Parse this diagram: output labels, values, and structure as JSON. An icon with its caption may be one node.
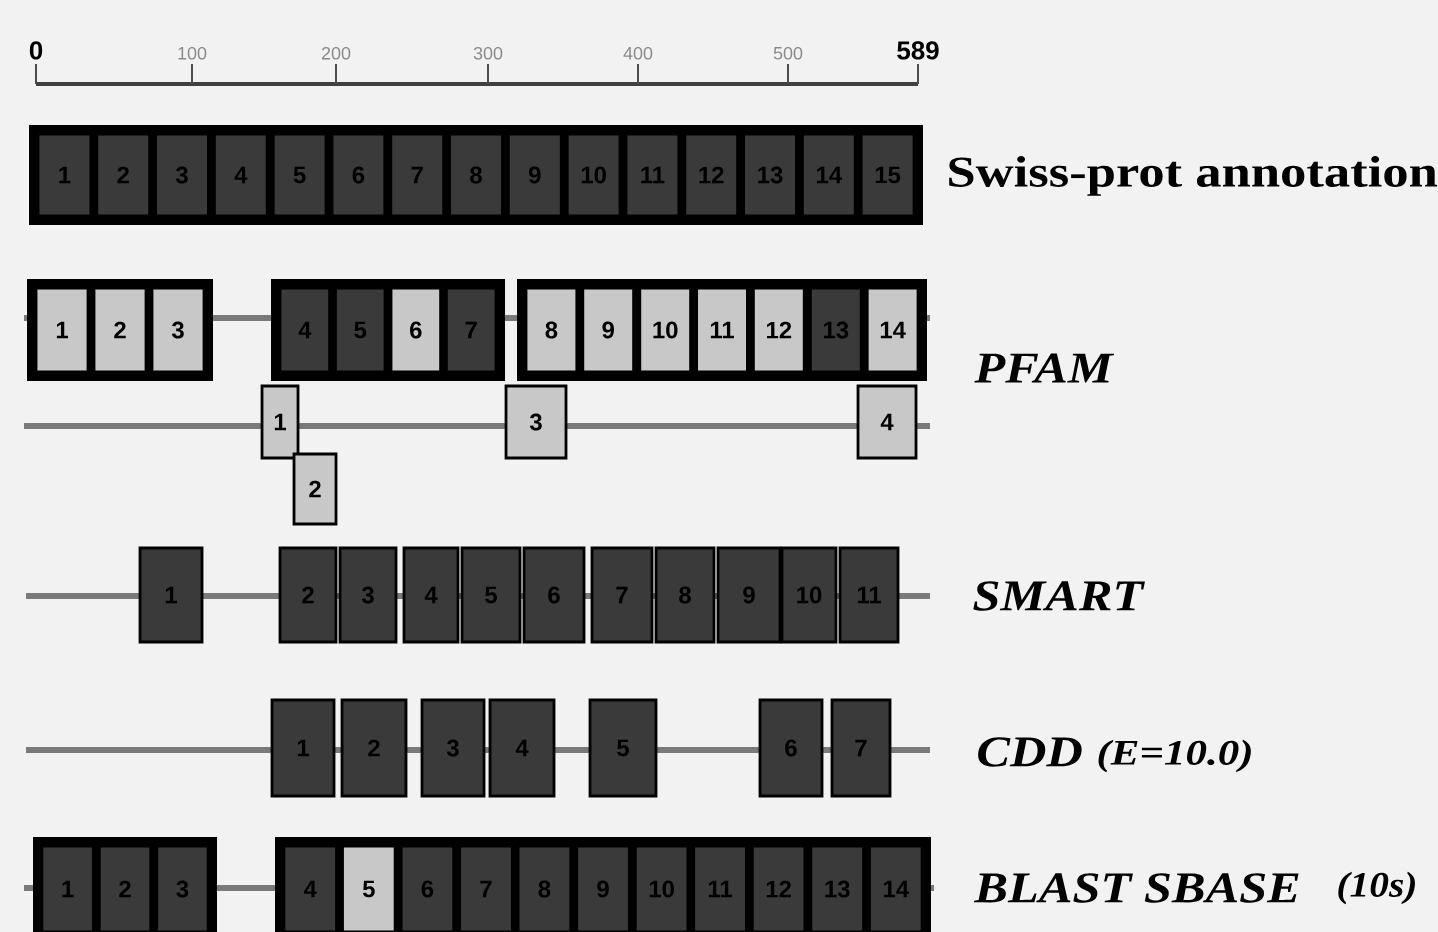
{
  "diagram": {
    "nodes": [
      {
        "text": [],
        "shape": "box"
      },
      {
        "text": [
          "1"
        ],
        "in": 0
      },
      {
        "text": [
          "2"
        ],
        "in": 0
      },
      {
        "text": [
          "3"
        ],
        "in": 0
      },
      {
        "text": [
          "4"
        ],
        "in": 0
      },
      {
        "text": [
          "5"
        ],
        "in": 0
      },
      {
        "text": [
          "6"
        ],
        "in": 0
      },
      {
        "text": [
          "7"
        ],
        "in": 0
      },
      {
        "text": [
          "8"
        ],
        "in": 0
      },
      {
        "text": [
          "9"
        ],
        "in": 0
      },
      {
        "text": [
          "10"
        ],
        "in": 0
      },
      {
        "text": [
          "11"
        ],
        "in": 0
      },
      {
        "text": [
          "12"
        ],
        "in": 0
      },
      {
        "text": [
          "13"
        ],
        "in": 0
      },
      {
        "text": [
          "14"
        ],
        "in": 0
      },
      {
        "text": [
          "15"
        ],
        "in": 0
      },
      {
        "text": [],
        "shape": "box"
      },
      {
        "text": [
          "1"
        ],
        "in": 16
      },
      {
        "text": [
          "2"
        ],
        "in": 16
      },
      {
        "text": [
          "3"
        ],
        "in": 16
      },
      {
        "text": [],
        "shape": "box"
      },
      {
        "text": [
          "4"
        ],
        "in": 20
      },
      {
        "text": [
          "5"
        ],
        "in": 20
      },
      {
        "text": [
          "6"
        ],
        "in": 20
      },
      {
        "text": [
          "7"
        ],
        "in": 20
      },
      {
        "text": [],
        "shape": "box"
      },
      {
        "text": [
          "8"
        ],
        "in": 25
      },
      {
        "text": [
          "9"
        ],
        "in": 25
      },
      {
        "text": [
          "10"
        ],
        "in": 25
      },
      {
        "text": [
          "11"
        ],
        "in": 25
      },
      {
        "text": [
          "12"
        ],
        "in": 25
      },
      {
        "text": [
          "13"
        ],
        "in": 25
      },
      {
        "text": [
          "14"
        ],
        "in": 25
      },
      {
        "text": [
          "1"
        ]
      },
      {
        "text": [
          "2"
        ]
      },
      {
        "text": [
          "3"
        ]
      },
      {
        "text": [
          "4"
        ]
      },
      {
        "text": [
          "1"
        ]
      },
      {
        "text": [
          "2"
        ]
      },
      {
        "text": [
          "3"
        ]
      },
      {
        "text": [
          "4"
        ]
      },
      {
        "text": [
          "5"
        ]
      },
      {
        "text": [
          "6"
        ]
      },
      {
        "text": [
          "7"
        ]
      },
      {
        "text": [
          "8"
        ]
      },
      {
        "text": [
          "9"
        ]
      },
      {
        "text": [
          "10"
        ]
      },
      {
        "text": [
          "11"
        ]
      },
      {
        "text": [
          "1"
        ]
      },
      {
        "text": [
          "2"
        ]
      },
      {
        "text": [
          "3"
        ]
      },
      {
        "text": [
          "4"
        ]
      },
      {
        "text": [
          "5"
        ]
      },
      {
        "text": [
          "6"
        ]
      },
      {
        "text": [
          "7"
        ]
      },
      {
        "text": [],
        "shape": "box"
      },
      {
        "text": [
          "1"
        ],
        "in": 55
      },
      {
        "text": [
          "2"
        ],
        "in": 55
      },
      {
        "text": [
          "3"
        ],
        "in": 55
      },
      {
        "text": [],
        "shape": "box"
      },
      {
        "text": [
          "4"
        ],
        "in": 59
      },
      {
        "text": [
          "5"
        ],
        "in": 59
      },
      {
        "text": [
          "6"
        ],
        "in": 59
      },
      {
        "text": [
          "7"
        ],
        "in": 59
      },
      {
        "text": [
          "8"
        ],
        "in": 59
      },
      {
        "text": [
          "9"
        ],
        "in": 59
      },
      {
        "text": [
          "10"
        ],
        "in": 59
      },
      {
        "text": [
          "11"
        ],
        "in": 59
      },
      {
        "text": [
          "12"
        ],
        "in": 59
      },
      {
        "text": [
          "13"
        ],
        "in": 59
      },
      {
        "text": [
          "14"
        ],
        "in": 59
      }
    ],
    "edges": [
      {
        "from": 16,
        "to": 20,
        "arrow": "none"
      },
      {
        "from": 20,
        "to": 25,
        "arrow": "none"
      },
      {
        "from": 55,
        "to": 59,
        "arrow": "none"
      }
    ],
    "labels": [
      "0",
      "100",
      "200",
      "300",
      "400",
      "500",
      "589",
      "Swiss-prot annotation",
      "PFAM",
      "SMART",
      "CDD",
      "(E=10.0)",
      "BLAST SBASE",
      "(10s)"
    ]
  }
}
